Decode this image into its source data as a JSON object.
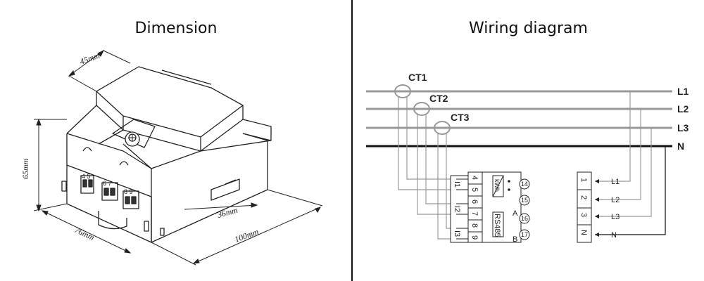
{
  "dimension": {
    "title": "Dimension",
    "labels": {
      "width_top": "45mm",
      "height": "65mm",
      "depth_front": "76mm",
      "rail": "36mm",
      "length": "100mm"
    },
    "terminal_labels": [
      "4 5",
      "6 7",
      "8 9"
    ]
  },
  "wiring": {
    "title": "Wiring diagram",
    "ct_labels": [
      "CT1",
      "CT2",
      "CT3"
    ],
    "line_labels": [
      "L1",
      "L2",
      "L3",
      "N"
    ],
    "left_terminals": [
      "4",
      "5",
      "6",
      "7",
      "8",
      "9"
    ],
    "current_labels": [
      "I1",
      "I2",
      "I3"
    ],
    "meter_symbol": "kWh",
    "comm_label": "RS485",
    "comm_terminals": [
      "14",
      "15",
      "16",
      "17"
    ],
    "comm_pins": [
      "A",
      "B"
    ],
    "right_terminals": [
      "1",
      "2",
      "3",
      "N"
    ],
    "input_labels": [
      "L1",
      "L2",
      "L3",
      "N"
    ]
  }
}
